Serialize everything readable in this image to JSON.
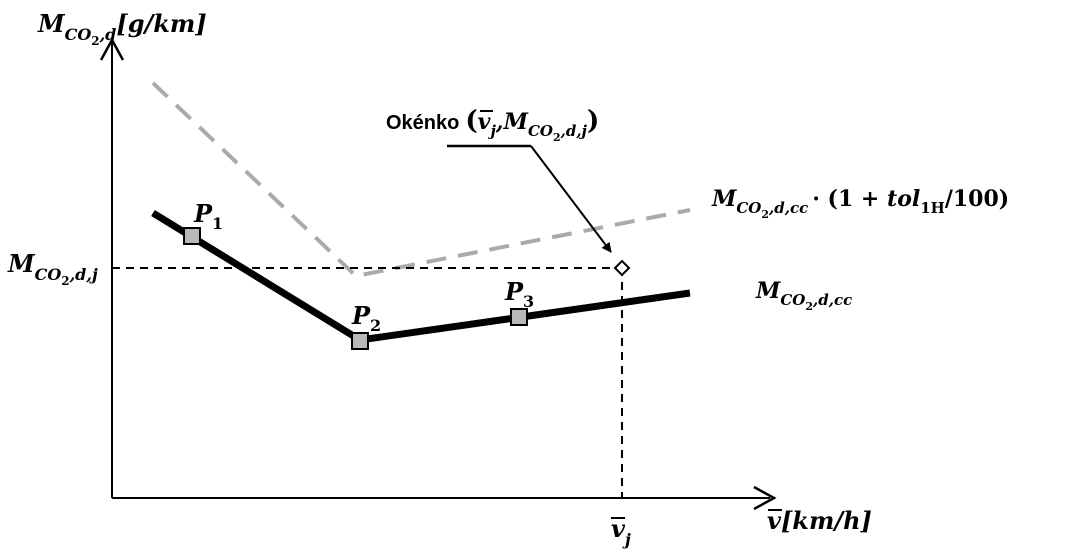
{
  "axes": {
    "y": {
      "symbol": "M",
      "sub": "CO",
      "sub2": "2",
      "subrest": ",d",
      "unit": "[g/km]"
    },
    "x": {
      "symbol": "v",
      "unit": "[km/h]"
    }
  },
  "points": [
    {
      "label": "P",
      "index": "1"
    },
    {
      "label": "P",
      "index": "2"
    },
    {
      "label": "P",
      "index": "3"
    }
  ],
  "labels": {
    "m_dj": {
      "symbol": "M",
      "sub": "CO",
      "sub2": "2",
      "subrest": ",d,j"
    },
    "v_j": {
      "symbol": "v",
      "sub": "j"
    },
    "m_dcc": {
      "symbol": "M",
      "sub": "CO",
      "sub2": "2",
      "subrest": ",d,cc"
    },
    "tolerance": {
      "symbol": "M",
      "sub": "CO",
      "sub2": "2",
      "subrest": ",d,cc",
      "factor": "· (1 + ",
      "tol": "tol",
      "tolsub": "1H",
      "tail": "/100)"
    },
    "window": {
      "word": "Okénko",
      "open": "(",
      "v": "v",
      "vsub": "j",
      "comma": ",",
      "m": "M",
      "msub": "CO",
      "msub2": "2",
      "msubrest": ",d,j",
      "close": ")"
    }
  },
  "colors": {
    "ink": "#000000",
    "dashed_curve": "#aaaaaa",
    "marker_fill": "#b8b8b8"
  }
}
